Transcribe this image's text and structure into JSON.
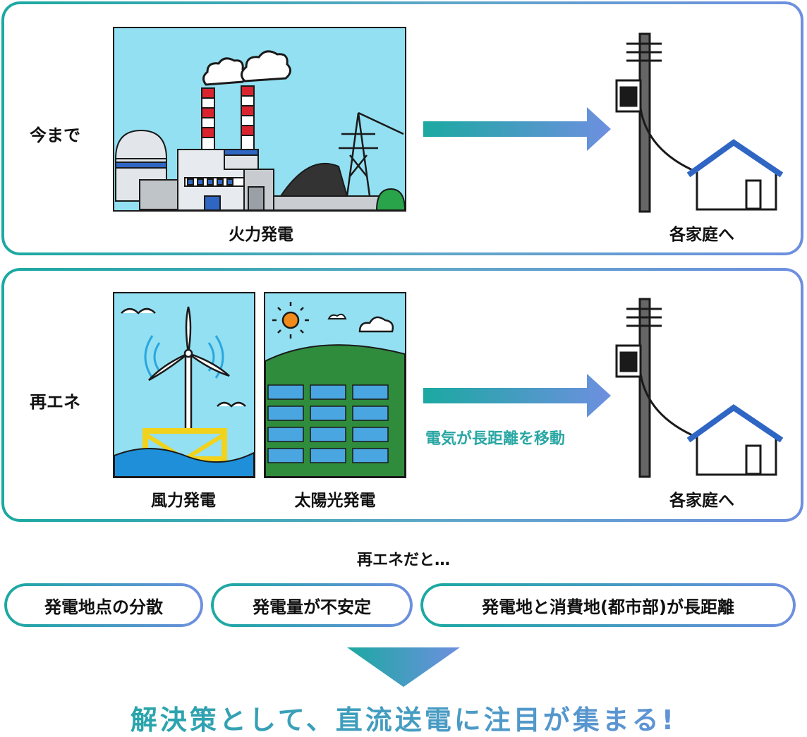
{
  "rows": {
    "before": {
      "label": "今まで",
      "caption": "火力発電",
      "dest": "各家庭へ"
    },
    "renewable": {
      "label": "再エネ",
      "caption_wind": "風力発電",
      "caption_solar": "太陽光発電",
      "note": "電気が長距離を移動",
      "dest": "各家庭へ"
    }
  },
  "subtitle": "再エネだと…",
  "problems": [
    "発電地点の分散",
    "発電量が不安定",
    "発電地と消費地(都市部)が長距離"
  ],
  "headline": "解決策として、直流送電に注目が集まる!",
  "colors": {
    "teal": "#1ba9a1",
    "blue": "#6e8fe0",
    "sky": "#8fdcef"
  }
}
